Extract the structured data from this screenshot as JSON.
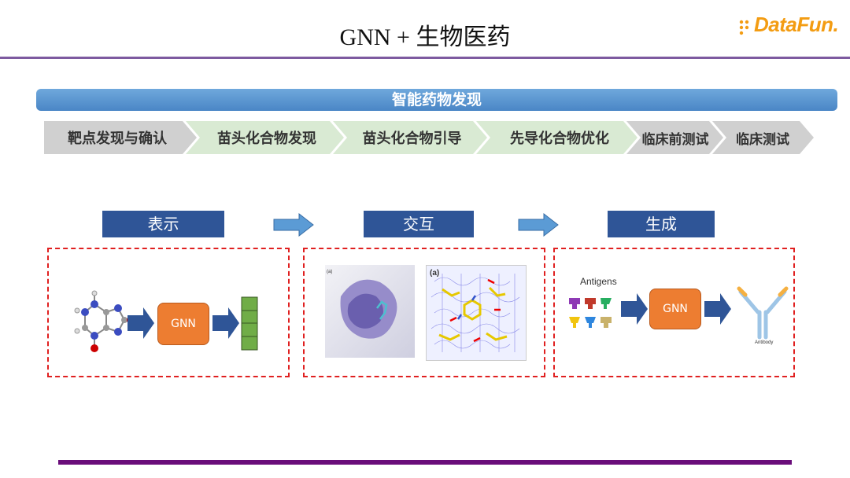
{
  "title": "GNN + 生物医药",
  "logo": {
    "text": "DataFun."
  },
  "banner": "智能药物发现",
  "pipeline": [
    "靶点发现与确认",
    "苗头化合物发现",
    "苗头化合物引导",
    "先导化合物优化",
    "临床前测试",
    "临床测试"
  ],
  "steps": [
    "表示",
    "交互",
    "生成"
  ],
  "panel1": {
    "gnn_label": "GNN"
  },
  "panel2": {
    "fig_a_label": "(a)",
    "fig_b_label": "(a)"
  },
  "panel3": {
    "antigens_label": "Antigens",
    "gnn_label": "GNN",
    "antibody_label": "Antibody"
  },
  "colors": {
    "banner": "#5b9bd5",
    "step_box": "#2f5597",
    "gnn_box": "#ed7d31",
    "panel_border": "#e02020",
    "pipeline_gray": "#d0d0d0",
    "pipeline_green": "#d9ead3",
    "title_rule": "#7d5aa0",
    "bottom_rule": "#6a0d7a"
  }
}
